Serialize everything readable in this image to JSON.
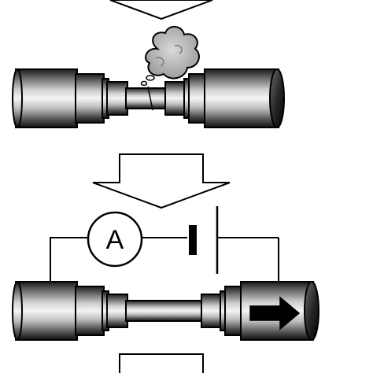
{
  "diagram": {
    "ammeter_label": "A",
    "colors": {
      "stroke": "#000000",
      "background": "#ffffff",
      "cylinder_dark": "#1a1a1a",
      "cylinder_mid": "#8c8c8c",
      "cylinder_light": "#f2f2f2",
      "cloud": "#b8b8b8",
      "arrow_fill": "#000000"
    },
    "icons": {
      "top_arrow": "down-arrow-outline",
      "middle_arrow": "down-arrow-outline",
      "bottom_arrow": "down-arrow-outline",
      "smoke": "smoke-cloud",
      "battery": "battery-symbol",
      "meter": "ammeter-symbol",
      "move_arrow": "right-arrow-solid"
    }
  }
}
